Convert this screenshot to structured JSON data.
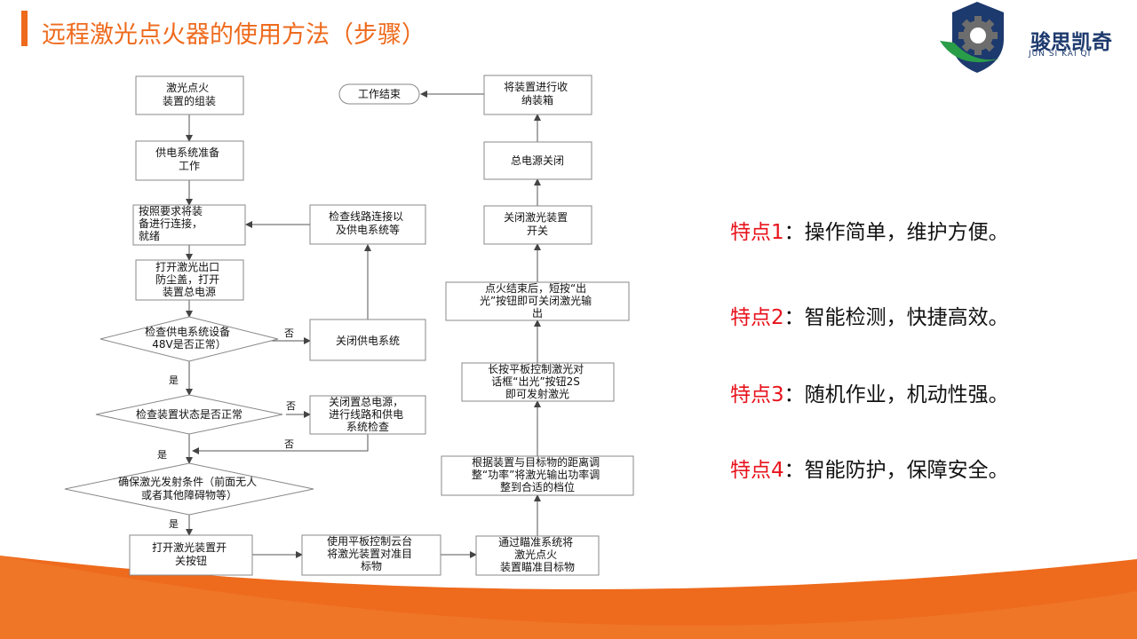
{
  "slide": {
    "title": "远程激光点火器的使用方法（步骤）",
    "accent_color": "#ee6a1c",
    "label_color": "#e8121b"
  },
  "logo": {
    "name": "骏思凯奇",
    "subtitle": "JUN SI KAI QI",
    "icon": "gear-shield-icon"
  },
  "features": [
    {
      "label": "特点1",
      "text": "：操作简单，维护方便。"
    },
    {
      "label": "特点2",
      "text": "：智能检测，快捷高效。"
    },
    {
      "label": "特点3",
      "text": "：随机作业，机动性强。"
    },
    {
      "label": "特点4",
      "text": "：智能防护，保障安全。"
    }
  ],
  "flowchart": {
    "nodes": {
      "assemble": [
        "激光点火",
        "装置的组装"
      ],
      "power_prep": [
        "供电系统准备",
        "工作"
      ],
      "connect": [
        "按照要求将装",
        "备进行连接，",
        "就绪"
      ],
      "open_cover": [
        "打开激光出口",
        "防尘盖，打开",
        "装置总电源"
      ],
      "check_power": [
        "检查供电系统设备",
        "48V是否正常）"
      ],
      "check_status": [
        "检查装置状态是否正常"
      ],
      "ensure": [
        "确保激光发射条件（前面无人",
        "或者其他障碍物等）"
      ],
      "turn_on": [
        "打开激光装置开",
        "关按钮"
      ],
      "tablet_aim": [
        "使用平板控制云台",
        "将激光装置对准目",
        "标物"
      ],
      "sight_aim": [
        "通过瞄准系统将",
        "激光点火",
        "装置瞄准目标物"
      ],
      "adjust_power": [
        "根据装置与目标物的距离调",
        "整“功率”将激光输出功率调",
        "整到合适的档位"
      ],
      "long_press": [
        "长按平板控制激光对",
        "话框“出光”按钮2S",
        "即可发射激光"
      ],
      "finish_ignite": [
        "点火结束后，短按“出",
        "光”按钮即可关闭激光输",
        "出"
      ],
      "close_switch": [
        "关闭激光装置",
        "开关"
      ],
      "main_off": [
        "总电源关闭"
      ],
      "store": [
        "将装置进行收",
        "纳装箱"
      ],
      "end": [
        "工作结束"
      ],
      "check_lines": [
        "检查线路连接以",
        "及供电系统等"
      ],
      "close_power_sys": [
        "关闭供电系统"
      ],
      "close_main_check": [
        "关闭置总电源，",
        "进行线路和供电",
        "系统检查"
      ]
    },
    "edge_labels": {
      "yes": "是",
      "no": "否"
    }
  }
}
